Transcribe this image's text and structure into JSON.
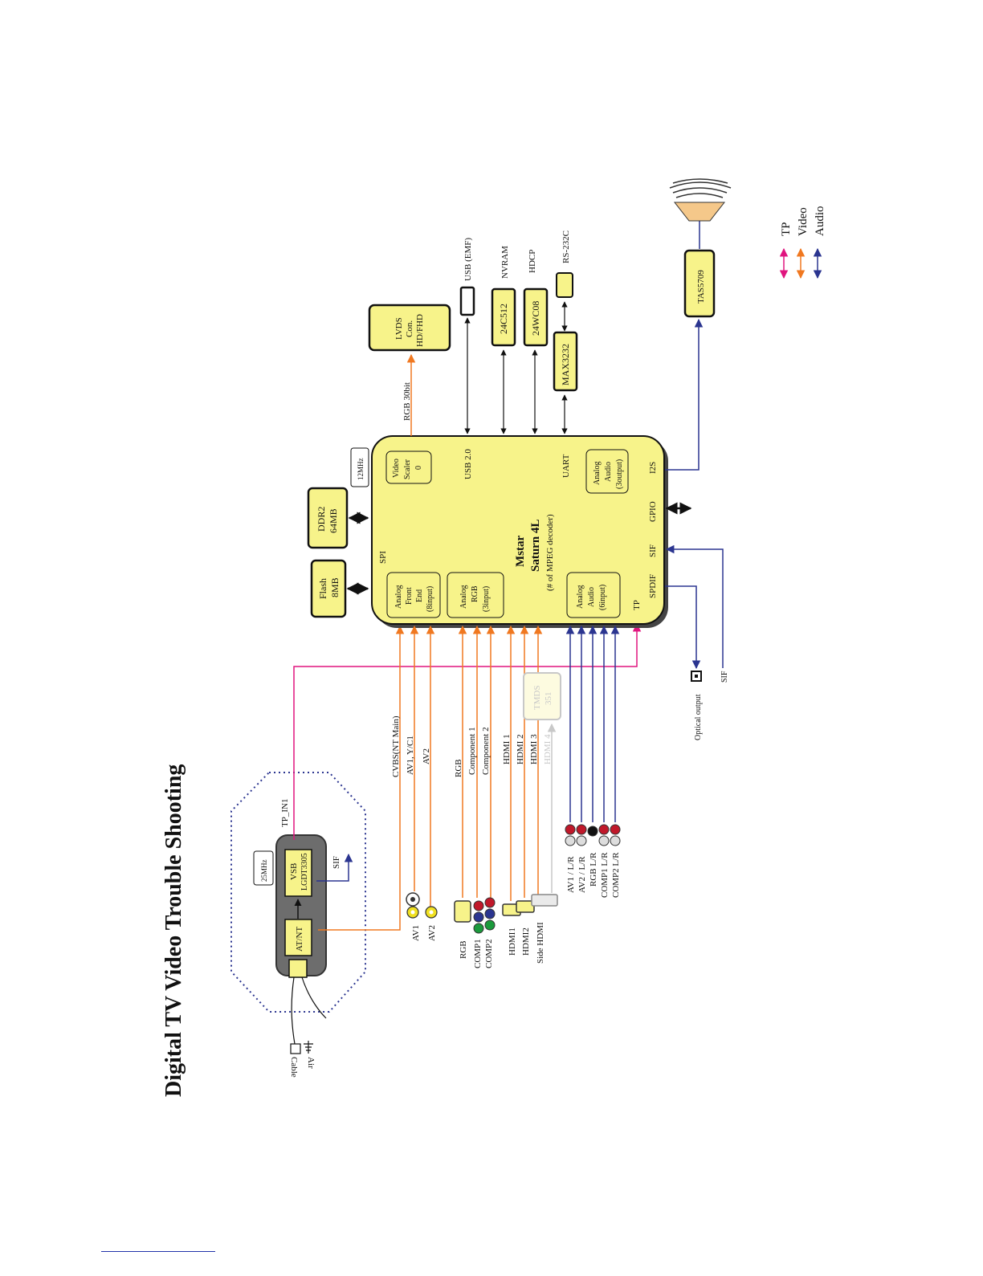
{
  "title": "Digital TV Video Trouble Shooting",
  "colors": {
    "chip_fill": "#f7f38a",
    "tp": "#e0157f",
    "video": "#f07820",
    "audio": "#2b3590",
    "black": "#111111",
    "faded": "#c8c8c8"
  },
  "tuner": {
    "crystal": "25MHz",
    "vsb": "VSB",
    "vsb_part": "LGDT3305",
    "atnt": "AT/NT",
    "tp_in": "TP_IN1",
    "sif": "SIF",
    "inputs": [
      "Cable",
      "Air"
    ]
  },
  "flash": [
    "Flash",
    "8MB"
  ],
  "ddr": [
    "DDR2",
    "64MB"
  ],
  "crystal_main": "12MHz",
  "main_chip": {
    "name": "Mstar",
    "model": "Saturn 4L",
    "note": "(# of MPEG decoder)",
    "analog_front_end": [
      "Analog",
      "Front",
      "End",
      "(8input)"
    ],
    "analog_rgb": [
      "Analog",
      "RGB",
      "(3input)"
    ],
    "analog_audio_in": [
      "Analog",
      "Audio",
      "(6input)"
    ],
    "video_scaler": [
      "Video",
      "Scaler",
      "0"
    ],
    "analog_audio_out": [
      "Analog",
      "Audio",
      "(3output)"
    ],
    "pins": {
      "spi": "SPI",
      "tp": "TP",
      "spdif": "SPDIF",
      "sif": "SIF",
      "gpio": "GPIO",
      "i2s": "I2S",
      "uart": "UART",
      "usb": "USB 2.0"
    }
  },
  "lvds": [
    "LVDS",
    "Con.",
    "HD/FHD"
  ],
  "rgb30": "RGB 30bit",
  "usb": "USB (EMF)",
  "nvram_chip": "24C512",
  "nvram": "NVRAM",
  "hdcp_chip": "24WC08",
  "hdcp": "HDCP",
  "max_chip": "MAX3232",
  "rs232": "RS-232C",
  "amp": "TAS5709",
  "tmds": [
    "TMDS",
    "351"
  ],
  "video_signals": [
    "CVBS(NT Main)",
    "AV1, Y/C1",
    "AV2",
    "RGB",
    "Component 1",
    "Component 2",
    "HDMI 1",
    "HDMI 2",
    "HDMI 3",
    "HDMI 4"
  ],
  "video_connectors": [
    "AV1",
    "AV2",
    "RGB",
    "COMP1",
    "COMP2",
    "HDMI1",
    "HDMI2",
    "Side HDMI"
  ],
  "audio_connectors": [
    "AV1 / L/R",
    "AV2 / L/R",
    "RGB L/R",
    "COMP1 L/R",
    "COMP2 L/R"
  ],
  "optical": "Optical output",
  "sif_in": "SIF",
  "legend": [
    "TP",
    "Video",
    "Audio"
  ]
}
